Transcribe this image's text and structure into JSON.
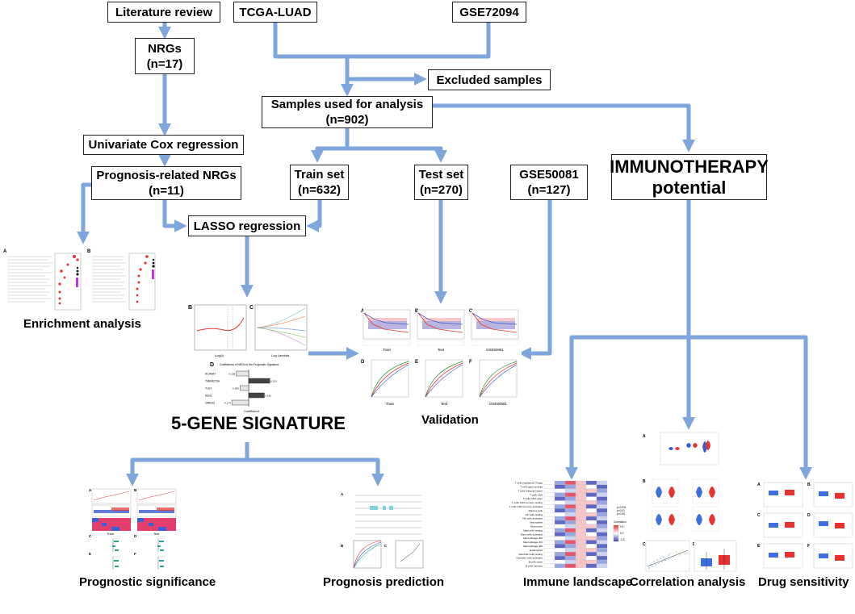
{
  "boxes": {
    "literature_review": "Literature review",
    "tcga_luad": "TCGA-LUAD",
    "gse72094": "GSE72094",
    "nrgs_line1": "NRGs",
    "nrgs_line2": "(n=17)",
    "excluded": "Excluded samples",
    "samples_line1": "Samples used for analysis",
    "samples_line2": "(n=902)",
    "univariate": "Univariate Cox regression",
    "prognosis_nrgs_line1": "Prognosis-related NRGs",
    "prognosis_nrgs_line2": "(n=11)",
    "train_line1": "Train set",
    "train_line2": "(n=632)",
    "test_line1": "Test set",
    "test_line2": "(n=270)",
    "gse50081_line1": "GSE50081",
    "gse50081_line2": "(n=127)",
    "immuno_line1": "IMMUNOTHERAPY",
    "immuno_line2": "potential",
    "lasso": "LASSO regression"
  },
  "labels": {
    "enrichment": "Enrichment analysis",
    "signature": "5-GENE SIGNATURE",
    "validation": "Validation",
    "prognostic_significance": "Prognostic significance",
    "prognosis_prediction": "Prognosis prediction",
    "immune_landscape": "Immune landscape",
    "correlation": "Correlation analysis",
    "drug": "Drug sensitivity"
  },
  "panels": {
    "validation": {
      "letters": [
        "A",
        "B",
        "C",
        "D",
        "E",
        "F"
      ],
      "km_titles": [
        "Train",
        "Test",
        "GSE50081"
      ],
      "roc_titles": [
        "Train",
        "Test",
        "GSE50081"
      ]
    },
    "lasso": {
      "letters": [
        "B",
        "C",
        "D"
      ],
      "bar_title": "Coefficients of NRGs in the Prognostic Signature",
      "genes": [
        "ACAN/D",
        "TMEM273A",
        "TLEX",
        "NLRL",
        "GREG3"
      ],
      "coefficients": [
        -0.128,
        0.219,
        -0.089,
        0.162,
        -0.174
      ],
      "xaxis_c": "Log Lambda",
      "xaxis_b": "Log(λ)",
      "xaxis_d": "Coefficient"
    },
    "immune": {
      "cells": [
        "T cells regulatory (Tregs)",
        "T cells gamma delta",
        "T cells follicular helper",
        "T cells CD8",
        "T cells CD4 naive",
        "T cells CD4 memory resting",
        "T cells CD4 memory activated",
        "Plasma cells",
        "NK cells resting",
        "NK cells activated",
        "Neutrophils",
        "Monocytes",
        "Mast cells resting",
        "Mast cells activated",
        "Macrophages M2",
        "Macrophages M1",
        "Macrophages M0",
        "Eosinophils",
        "Dendritic cells resting",
        "Dendritic cells activated",
        "B cells naive",
        "B cells memory"
      ],
      "legend_title": "Correlation",
      "legend_ticks": [
        "0.5",
        "0.0",
        "-0.5"
      ],
      "pvals": [
        "p<0.001",
        "p<0.01",
        "p<0.05"
      ]
    },
    "enrichment": {
      "letters": [
        "A",
        "B"
      ]
    },
    "prognostic": {
      "letters": [
        "A",
        "B",
        "C",
        "D",
        "E",
        "F"
      ],
      "titles": [
        "Train",
        "Test"
      ]
    },
    "prediction": {
      "letters": [
        "A",
        "B",
        "C"
      ]
    },
    "correlation": {
      "letters": [
        "A",
        "B",
        "C",
        "D"
      ]
    },
    "drug": {
      "letters": [
        "A",
        "B",
        "C",
        "D",
        "E",
        "F"
      ]
    }
  },
  "colors": {
    "arrow": "#7ea6dc",
    "box_border": "#222222",
    "red": "#e8322f",
    "blue": "#2b5fd9"
  }
}
